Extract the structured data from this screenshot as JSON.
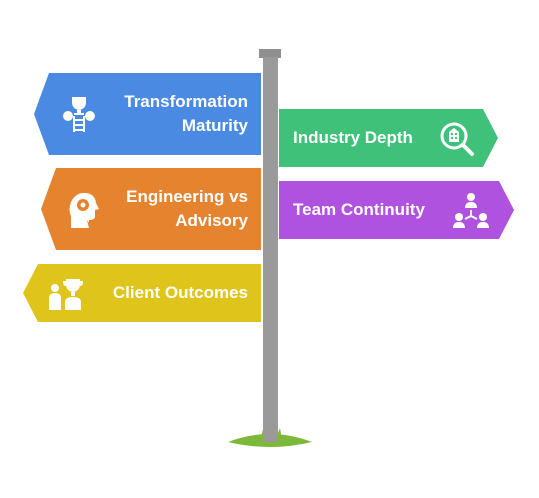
{
  "signs": {
    "transformation": {
      "line1": "Transformation",
      "line2": "Maturity",
      "icon": "trophy-ladder-icon",
      "color": "#4a8ae3"
    },
    "engineering": {
      "line1": "Engineering vs",
      "line2": "Advisory",
      "icon": "head-gear-icon",
      "color": "#e5832f"
    },
    "client": {
      "line1": "Client Outcomes",
      "icon": "person-trophy-icon",
      "color": "#dfc51b"
    },
    "industry": {
      "line1": "Industry Depth",
      "icon": "magnify-building-icon",
      "color": "#3fc17a"
    },
    "team": {
      "line1": "Team Continuity",
      "icon": "team-network-icon",
      "color": "#b052e0"
    }
  },
  "pole_color": "#9a9a9a",
  "grass_color": "#7cb83a"
}
